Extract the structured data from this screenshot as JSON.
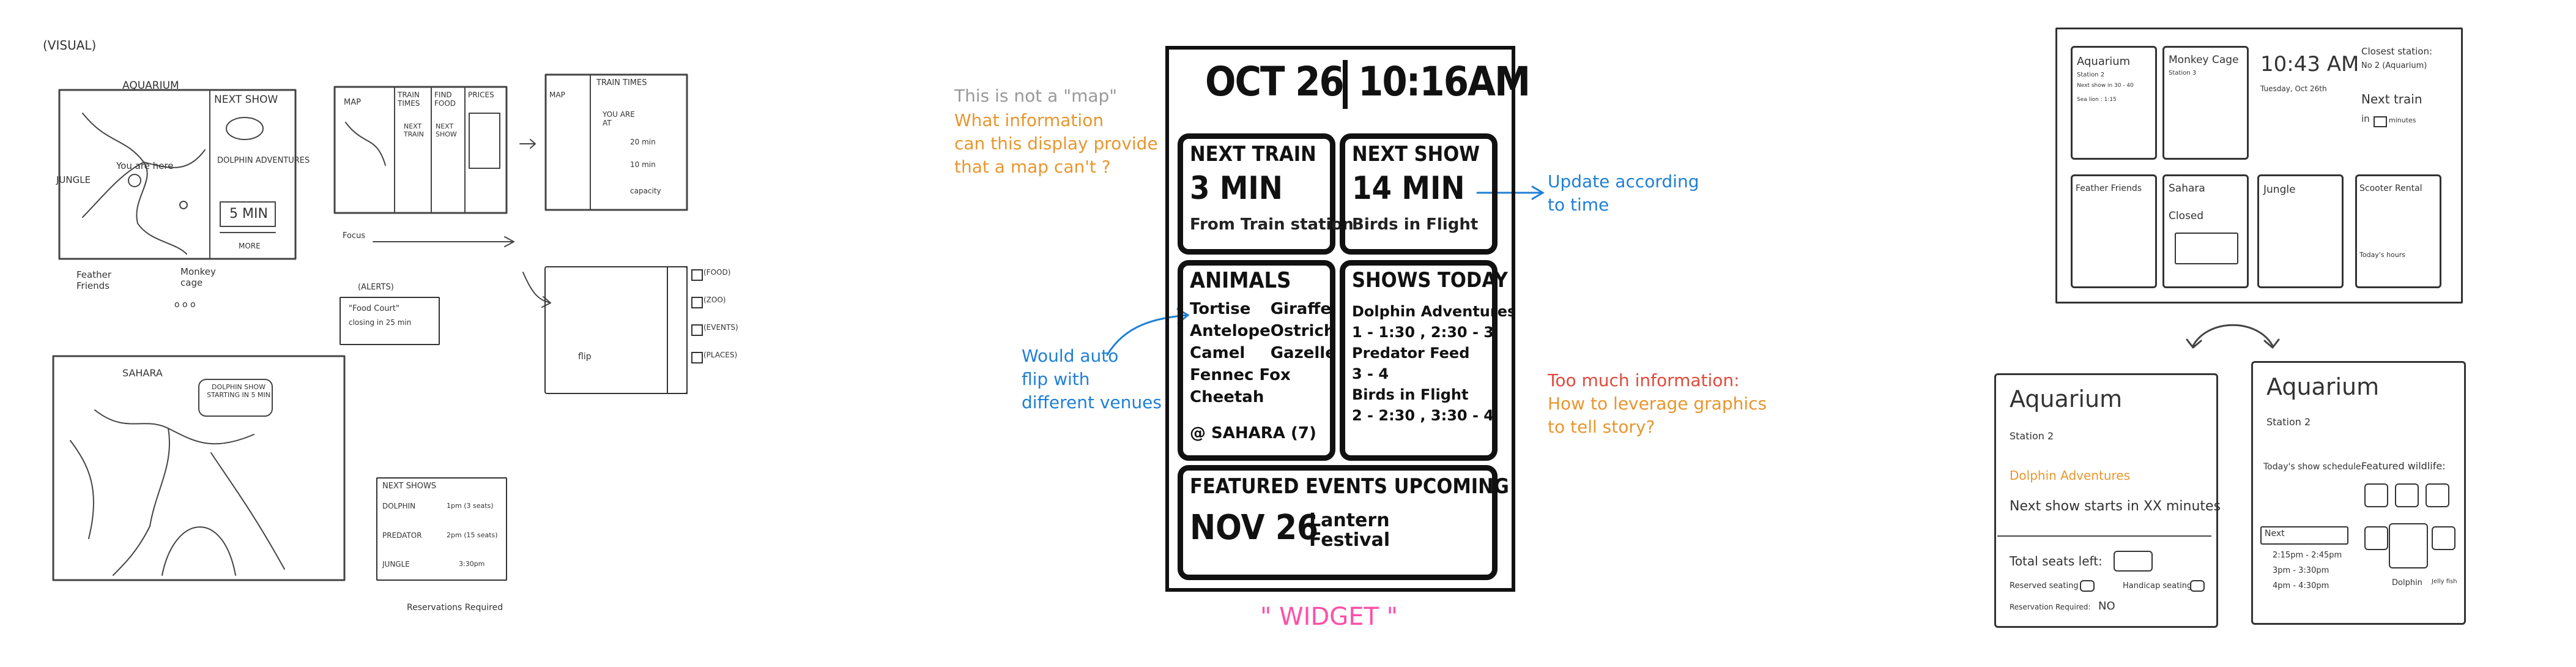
{
  "left_sketches": {
    "visual_label": "(VISUAL)",
    "map1": {
      "aquarium": "AQUARIUM",
      "next_show": "NEXT SHOW",
      "dolphin": "DOLPHIN ADVENTURES",
      "five_min": "5 MIN",
      "you_are_here": "You are here",
      "jungle": "JUNGLE",
      "feather_friends": "Feather Friends",
      "monkey_cage": "Monkey cage",
      "ooo": "o o o",
      "more": "MORE"
    },
    "sahara_map": {
      "title": "SAHARA",
      "bubble": "DOLPHIN SHOW STARTING IN 5 MIN"
    },
    "frame2": {
      "map": "MAP",
      "train_times": "TRAIN TIMES",
      "find_food": "FIND FOOD",
      "prices": "PRICES",
      "next_train": "NEXT TRAIN",
      "next_show": "NEXT SHOW",
      "focus": "Focus"
    },
    "frame3": {
      "map": "MAP",
      "train_times": "TRAIN TIMES",
      "you_are_at": "YOU ARE AT",
      "min20": "20 min",
      "min10": "10 min",
      "capacity": "capacity"
    },
    "alerts": {
      "title": "(ALERTS)",
      "line1": "\"Food Court\"",
      "line2": "closing in 25 min"
    },
    "frame4": {
      "flip": "flip",
      "b1": "(FOOD)",
      "b2": "(ZOO)",
      "b3": "(EVENTS)",
      "b4": "(PLACES)"
    },
    "next_shows": {
      "title": "NEXT SHOWS",
      "r1": "DOLPHIN",
      "r1t": "1pm (3 seats)",
      "r2": "PREDATOR",
      "r2t": "2pm (15 seats)",
      "r3": "JUNGLE",
      "r3t": "3:30pm",
      "footer": "Reservations Required"
    }
  },
  "widget": {
    "date": "OCT 26",
    "time": "10:16AM",
    "next_train_label": "NEXT TRAIN",
    "next_train_value": "3 MIN",
    "next_train_sub": "From Train station",
    "next_show_label": "NEXT SHOW",
    "next_show_value": "14 MIN",
    "next_show_sub": "Birds in Flight",
    "animals_title": "ANIMALS",
    "animals": [
      "Tortise",
      "Giraffe",
      "Antelope",
      "Ostrich",
      "Camel",
      "Gazelle",
      "Fennec Fox",
      "Cheetah"
    ],
    "animals_loc": "@ SAHARA (7)",
    "shows_title": "SHOWS TODAY",
    "shows": [
      "Dolphin Adventures",
      "1 - 1:30 , 2:30 - 3",
      "Predator Feed",
      "3 - 4",
      "Birds in Flight",
      "2 - 2:30 , 3:30 - 4"
    ],
    "featured_title": "FEATURED EVENTS UPCOMING",
    "featured_date": "NOV 26",
    "featured_name": "Lantern Festival",
    "caption": "\" WIDGET \""
  },
  "notes": {
    "not_map": "This is not a \"map\"",
    "what_info_1": "What information",
    "what_info_2": "can this display provide",
    "what_info_3": "that a map can't ?",
    "update_1": "Update according",
    "update_2": "to time",
    "autoflip_1": "Would auto",
    "autoflip_2": "flip with",
    "autoflip_3": "different venues",
    "toomuch_1": "Too much information:",
    "toomuch_2": "How to leverage graphics",
    "toomuch_3": "to tell story?"
  },
  "right_sketches": {
    "grid": {
      "aquarium": "Aquarium",
      "station2": "Station 2",
      "next_show_in": "Next show in 30 - 40",
      "sea_lion": "Sea lion : 1:15",
      "monkey_cage": "Monkey Cage",
      "station3": "Station 3",
      "time": "10:43 AM",
      "date": "Tuesday, Oct 26th",
      "closest": "Closest station:",
      "closest_val": "No 2 (Aquarium)",
      "next_train": "Next train",
      "in": "in",
      "minutes": "minutes",
      "feather": "Feather Friends",
      "sahara": "Sahara",
      "closed": "Closed",
      "jungle": "Jungle",
      "scooter": "Scooter Rental",
      "todays_hours": "Today's hours"
    },
    "card1": {
      "title": "Aquarium",
      "station": "Station 2",
      "show": "Dolphin Adventures",
      "next": "Next show starts in XX minutes",
      "seats": "Total seats left:",
      "reserved": "Reserved seating",
      "handicap": "Handicap seating",
      "required": "Reservation Required:",
      "no": "NO"
    },
    "card2": {
      "title": "Aquarium",
      "station": "Station 2",
      "schedule": "Today's show schedule:",
      "featured": "Featured wildlife:",
      "next": "Next",
      "t1": "2:15pm - 2:45pm",
      "t2": "3pm - 3:30pm",
      "t3": "4pm - 4:30pm",
      "dolphin": "Dolphin",
      "jelly": "Jelly fish"
    }
  }
}
